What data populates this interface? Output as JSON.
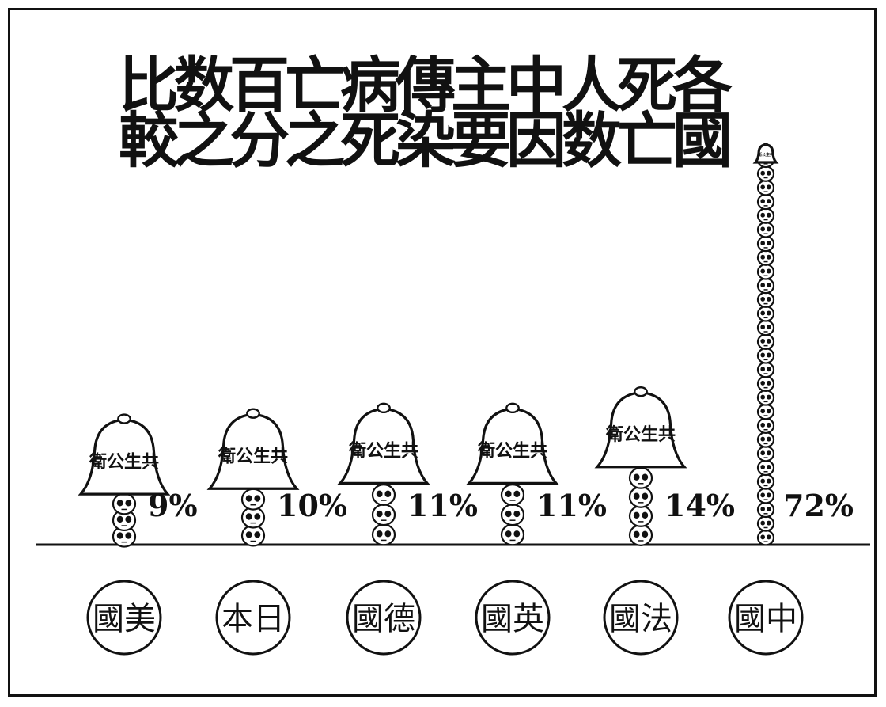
{
  "chart_data": {
    "type": "bar",
    "title_lines": [
      "比数百亡病傳主中人死各",
      "較之分之死染要因数亡國"
    ],
    "categories": [
      "國美",
      "本日",
      "國德",
      "國英",
      "國法",
      "國中"
    ],
    "values": [
      9,
      10,
      11,
      11,
      14,
      72
    ],
    "value_labels": [
      "9%",
      "10%",
      "11%",
      "11%",
      "14%",
      "72%"
    ],
    "bell_text": "衛公生共",
    "unit": "%",
    "grid": false,
    "legend": "none"
  },
  "colors": {
    "ink": "#111111",
    "paper": "#ffffff"
  },
  "icons": {
    "mark": "skull-icon",
    "cap": "bell-icon"
  }
}
